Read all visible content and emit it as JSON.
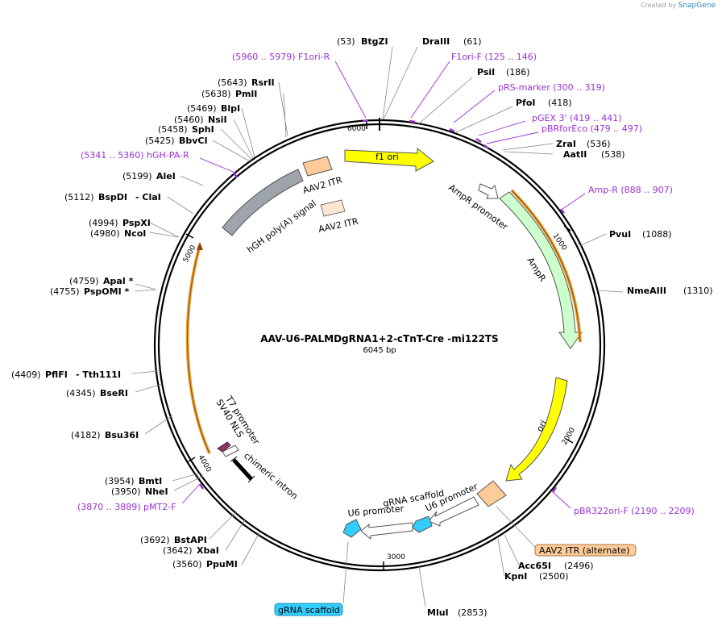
{
  "watermark": {
    "prefix": "Created by",
    "brand": "SnapGene"
  },
  "plasmid": {
    "name": "AAV-U6-PALMDgRNA1+2-cTnT-Cre -mi122TS",
    "length": "6045 bp"
  },
  "colors": {
    "primer": "#9b30d4",
    "backbone": "#000000",
    "orange_outline": "#e8a33a",
    "f1ori": "#ffff00",
    "ori": "#ffff00",
    "ampr": "#ccffcc",
    "itr": "#ffcc99",
    "itr_light": "#fde6d2",
    "hgh": "#9ea4ab",
    "u6": "#ffffff",
    "grna": "#33ccff",
    "sv40": "#993366",
    "t7": "#ffffff",
    "intron": "#000000"
  },
  "ticks": [
    "6000",
    "1000",
    "2000",
    "3000",
    "4000",
    "5000"
  ],
  "enzymes": [
    {
      "pos": "(53)",
      "name": "BtgZI"
    },
    {
      "pos": "(61)",
      "name": "DraIII"
    },
    {
      "pos": "(186)",
      "name": "PsiI"
    },
    {
      "pos": "(418)",
      "name": "PfoI"
    },
    {
      "pos": "(536)",
      "name": "ZraI"
    },
    {
      "pos": "(538)",
      "name": "AatII"
    },
    {
      "pos": "(1088)",
      "name": "PvuI"
    },
    {
      "pos": "(1310)",
      "name": "NmeAIII"
    },
    {
      "pos": "(2496)",
      "name": "Acc65I"
    },
    {
      "pos": "(2500)",
      "name": "KpnI"
    },
    {
      "pos": "(2853)",
      "name": "MluI"
    },
    {
      "pos": "(3560)",
      "name": "PpuMI"
    },
    {
      "pos": "(3642)",
      "name": "XbaI"
    },
    {
      "pos": "(3692)",
      "name": "BstAPI"
    },
    {
      "pos": "(3950)",
      "name": "NheI"
    },
    {
      "pos": "(3954)",
      "name": "BmtI"
    },
    {
      "pos": "(4182)",
      "name": "Bsu36I"
    },
    {
      "pos": "(4345)",
      "name": "BseRI"
    },
    {
      "pos": "(4409)",
      "name": "PflFI",
      "extra": "- Tth111I"
    },
    {
      "pos": "(4755)",
      "name": "PspOMI *"
    },
    {
      "pos": "(4759)",
      "name": "ApaI *"
    },
    {
      "pos": "(4980)",
      "name": "NcoI"
    },
    {
      "pos": "(4994)",
      "name": "PspXI"
    },
    {
      "pos": "(5112)",
      "name": "BspDI",
      "extra": "- ClaI"
    },
    {
      "pos": "(5199)",
      "name": "AleI"
    },
    {
      "pos": "(5425)",
      "name": "BbvCI"
    },
    {
      "pos": "(5458)",
      "name": "SphI"
    },
    {
      "pos": "(5460)",
      "name": "NsiI"
    },
    {
      "pos": "(5469)",
      "name": "BlpI"
    },
    {
      "pos": "(5638)",
      "name": "PmlI"
    },
    {
      "pos": "(5643)",
      "name": "RsrII"
    }
  ],
  "primers": [
    {
      "text": "(5960 .. 5979)  F1ori-R"
    },
    {
      "text": "F1ori-F    (125 .. 146)"
    },
    {
      "text": "pRS-marker    (300 .. 319)"
    },
    {
      "text": "pGEX 3'    (419 .. 441)"
    },
    {
      "text": "pBRforEco    (479 .. 497)"
    },
    {
      "text": "Amp-R    (888 .. 907)"
    },
    {
      "text": "pBR322ori-F    (2190 .. 2209)"
    },
    {
      "text": "(3870 .. 3889)  pMT2-F"
    },
    {
      "text": "(5341 .. 5360)  hGH-PA-R"
    }
  ],
  "features": [
    {
      "label": "f1 ori"
    },
    {
      "label": "AmpR promoter"
    },
    {
      "label": "AmpR"
    },
    {
      "label": "ori"
    },
    {
      "label": "AAV2 ITR"
    },
    {
      "label": "AAV2 ITR"
    },
    {
      "label": "hGH poly(A) signal"
    },
    {
      "label": "U6 promoter"
    },
    {
      "label": "gRNA scaffold"
    },
    {
      "label": "U6 promoter"
    },
    {
      "label": "T7 promoter"
    },
    {
      "label": "SV40 NLS"
    },
    {
      "label": "chimeric intron"
    }
  ],
  "callouts": [
    {
      "label": "AAV2 ITR (alternate)"
    },
    {
      "label": "gRNA scaffold"
    }
  ]
}
